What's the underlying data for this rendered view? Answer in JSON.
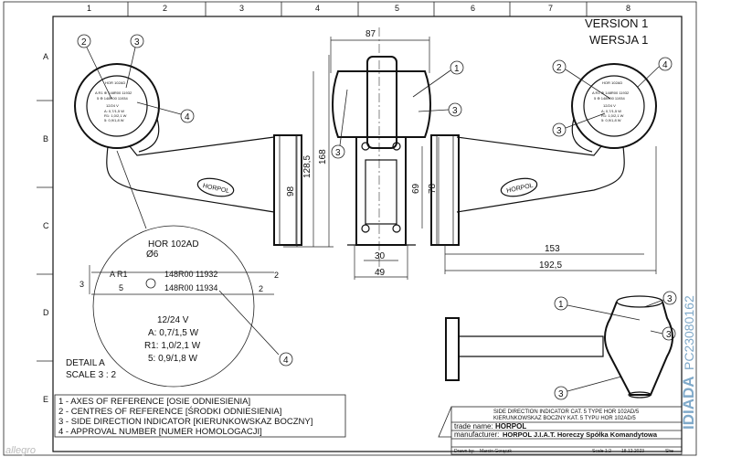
{
  "title": {
    "version_en": "VERSION 1",
    "version_pl": "WERSJA 1"
  },
  "grid": {
    "columns": [
      "1",
      "2",
      "3",
      "4",
      "5",
      "6",
      "7",
      "8"
    ],
    "rows": [
      "A",
      "B",
      "C",
      "D",
      "E"
    ]
  },
  "dimensions": {
    "d87": "87",
    "d168": "168",
    "d128": "128,5",
    "d98": "98",
    "d69": "69",
    "d78": "78",
    "d30": "30",
    "d49": "49",
    "d153": "153",
    "d192": "192,5",
    "d6": "Ø6",
    "d3": "3",
    "d2a": "2",
    "d2b": "2"
  },
  "callouts": {
    "c1": "1",
    "c2": "2",
    "c3": "3",
    "c4": "4"
  },
  "lamp_label": "HORPOL",
  "lens_text": {
    "l1": "HOR 102AD",
    "l2": "A R1 ⊕ 148R00 11932",
    "l3": "5 ⊕ 148R00 11934",
    "l4": "12/24 V",
    "l5": "A: 0,7/1,5 W",
    "l6": "R1: 1,0/2,1 W",
    "l7": "5: 0,9/1,8 W"
  },
  "detail": {
    "model": "HOR 102AD",
    "diameter": "Ø6",
    "line1_prefix": "A R1",
    "line1_code": "148R00 11932",
    "line2_prefix": "5",
    "line2_code": "148R00 11934",
    "voltage": "12/24 V",
    "spec_a": "A: 0,7/1,5 W",
    "spec_r1": "R1: 1,0/2,1 W",
    "spec_5": "5: 0,9/1,8 W",
    "label": "DETAIL A",
    "scale": "SCALE 3 : 2"
  },
  "legend": [
    "1 - AXES OF REFERENCE [OSIE ODNIESIENIA]",
    "2 - CENTRES OF REFERENCE [ŚRODKI ODNIESIENIA]",
    "3 - SIDE DIRECTION INDICATOR [KIERUNKOWSKAZ BOCZNY]",
    "4 - APPROVAL NUMBER [NUMER HOMOLOGACJI]"
  ],
  "title_block": {
    "desc_en": "SIDE DIRECTION INDICATOR CAT. 5 TYPE HOR 102AD/5",
    "desc_pl": "KIERUNKOWSKAZ BOCZNY KAT. 5 TYPU HOR 102AD/5",
    "trade_name_label": "trade name:",
    "trade_name": "HORPOL",
    "manufacturer_label": "manufacturer:",
    "manufacturer": "HORPOL J.I.A.T. Horeczy Spółka Komandytowa",
    "drawn_by_label": "Drawn by:",
    "drawn_by": "Marcin Gorączk",
    "scale": "Scale 1:2",
    "date": "18.12.2023",
    "sheet": "She"
  },
  "watermark": {
    "brand": "IDIADA",
    "code": "PC23080162",
    "mark": "allegro"
  }
}
